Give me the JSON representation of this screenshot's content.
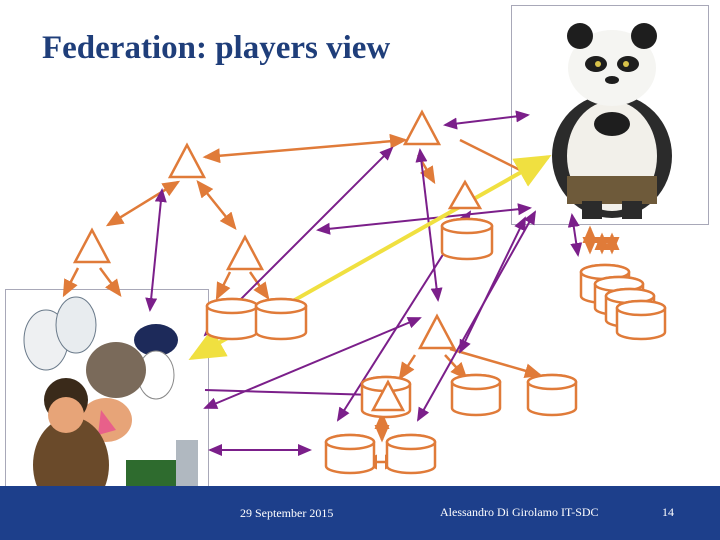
{
  "slide": {
    "title": "Federation: players view",
    "footer": {
      "date": "29 September 2015",
      "author": "Alessandro Di Girolamo IT-SDC",
      "page_number": "14"
    },
    "pictures": [
      {
        "name": "panda-picture",
        "depicts": "cartoon panda"
      },
      {
        "name": "characters-picture",
        "depicts": "cartoon horses, donkey, bird and boy"
      }
    ],
    "colors": {
      "title": "#1f3e7a",
      "footer": "#1d3f8b",
      "node_outline": "#e07b39",
      "link_orange": "#e07b39",
      "link_purple": "#7b1f8a",
      "link_highlight": "#f0e040"
    }
  }
}
